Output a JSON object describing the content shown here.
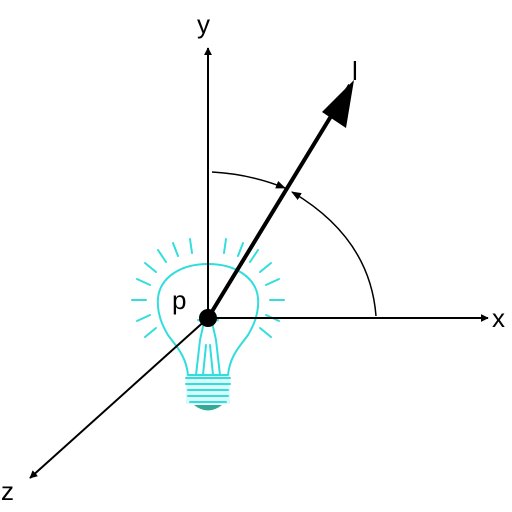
{
  "labels": {
    "y_axis": "y",
    "x_axis": "x",
    "z_axis": "z",
    "light_vector": "l",
    "point": "p"
  },
  "colors": {
    "axis": "#000000",
    "bulb": "#33dddd",
    "bulb_base": "#33aa99",
    "background": "#ffffff"
  },
  "icons": {
    "light_source": "light-bulb-icon"
  }
}
